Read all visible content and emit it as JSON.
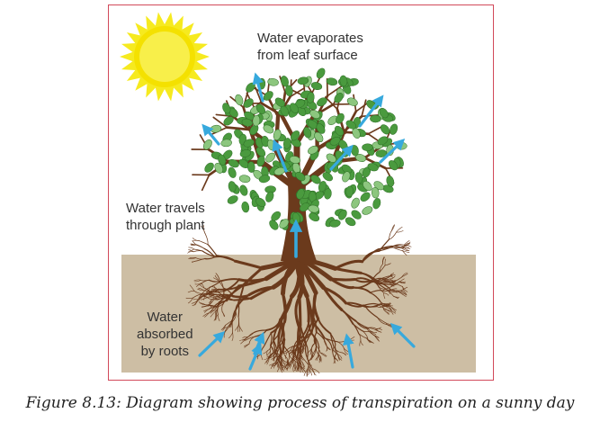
{
  "labels": {
    "evaporates": [
      "Water evaporates",
      "from leaf surface"
    ],
    "travels": [
      "Water travels",
      "through plant"
    ],
    "absorbed": [
      "Water",
      "absorbed",
      "by roots"
    ]
  },
  "caption": "Figure 8.13: Diagram showing process of transpiration on a sunny day",
  "colors": {
    "sun": "#f6ea1f",
    "sun_core": "#f2e600",
    "leaf": "#4a9a3e",
    "leaf_light": "#8cc67e",
    "trunk": "#6b3a1c",
    "soil": "#cdbea4",
    "arrow": "#37a9dd",
    "frame": "#d2495a"
  }
}
